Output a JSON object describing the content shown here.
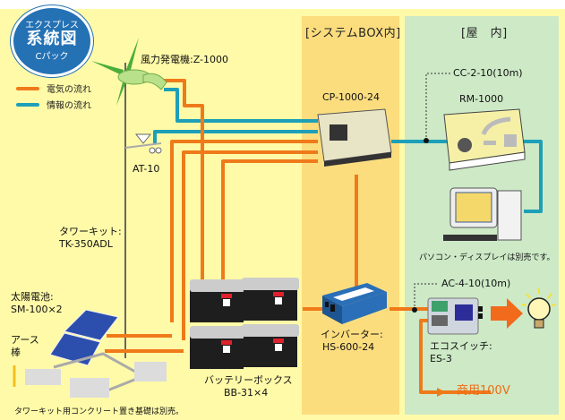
{
  "badge": {
    "line1": "エクスプレス",
    "line2": "系統図",
    "line3": "Cパック",
    "color": "#2471b4"
  },
  "legend": [
    {
      "label": "電気の流れ",
      "color": "#ef7a1a"
    },
    {
      "label": "情報の流れ",
      "color": "#1e9fb8"
    }
  ],
  "regions": {
    "system_box": "[システムBOX内]",
    "indoor": "[屋　内]"
  },
  "components": {
    "wind_turbine": "風力発電機:Z-1000",
    "anemometer": "AT-10",
    "tower_kit_line1": "タワーキット:",
    "tower_kit_line2": "TK-350ADL",
    "solar_line1": "太陽電池:",
    "solar_line2": "SM-100×2",
    "earth_line1": "アース",
    "earth_line2": "棒",
    "foundation_note": "タワーキット用コンクリート置き基礎は別売。",
    "controller": "CP-1000-24",
    "cable_cc": "CC-2-10(10m)",
    "remote_monitor": "RM-1000",
    "pc_note": "パソコン・ディスプレイは別売です。",
    "battery_line1": "バッテリーボックス",
    "battery_line2": "BB-31×4",
    "inverter_line1": "インバーター:",
    "inverter_line2": "HS-600-24",
    "cable_ac": "AC-4-10(10m)",
    "eco_switch_line1": "エコスイッチ:",
    "eco_switch_line2": "ES-3",
    "commercial_power": "商用100V"
  },
  "colors": {
    "power": "#ef7a1a",
    "info": "#1e9fb8"
  }
}
